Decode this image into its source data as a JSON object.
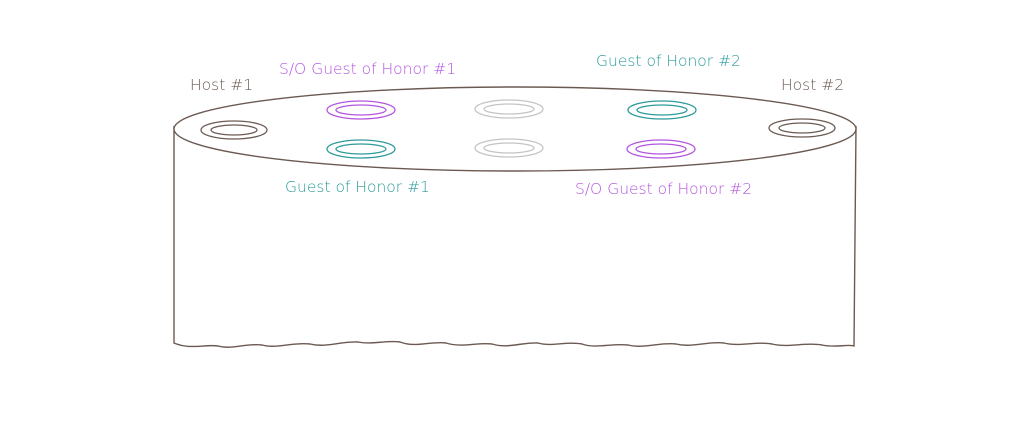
{
  "labels": {
    "host1": "Host #1",
    "host2": "Host #2",
    "so_guest_of_honor_1": "S/O Guest of Honor #1",
    "so_guest_of_honor_2": "S/O Guest of Honor #2",
    "guest_of_honor_1": "Guest of Honor #1",
    "guest_of_honor_2": "Guest of Honor #2"
  },
  "colors": {
    "outline": "#6b5a52",
    "host": "#6b5a52",
    "guest_of_honor": "#2e9a9a",
    "so_guest_of_honor": "#b455e0",
    "unassigned": "#c4c4c4"
  }
}
